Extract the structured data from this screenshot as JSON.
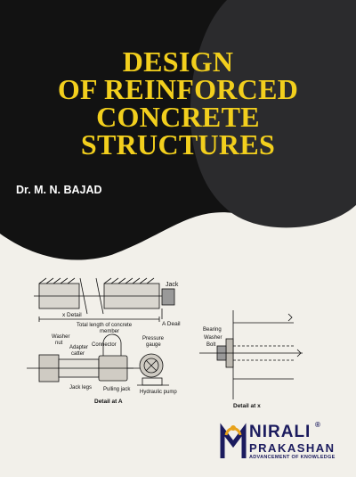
{
  "cover": {
    "title_lines": [
      "DESIGN",
      "OF REINFORCED",
      "CONCRETE",
      "STRUCTURES"
    ],
    "author": "Dr. M. N. BAJAD",
    "colors": {
      "dark": "#111111",
      "grey": "#2b2b2d",
      "title": "#f2cf1d",
      "paper": "#f2f0ea"
    }
  },
  "diagram": {
    "labels": {
      "jack": "Jack",
      "x_detail": "x Detail",
      "a_detail": "A Deail",
      "total_length_1": "Total length of concrete",
      "total_length_2": "member",
      "washer_nut_1": "Washer",
      "washer_nut_2": "nut",
      "adapter_1": "Adapter",
      "adapter_2": "catter",
      "connector": "Connector",
      "pressure_1": "Pressure",
      "pressure_2": "gauge",
      "jack_legs": "Jack legs",
      "pulling_jack": "Pulling jack",
      "hydraulic_pump": "Hydraulic pump",
      "detail_a": "Detail at A",
      "bearing": "Bearing",
      "washer": "Washer",
      "bolt": "Bolt",
      "detail_x": "Detail at x"
    }
  },
  "publisher": {
    "name": "NIRALI",
    "name2": "PRAKASHAN",
    "tagline": "ADVANCEMENT OF KNOWLEDGE",
    "mark": "®"
  }
}
